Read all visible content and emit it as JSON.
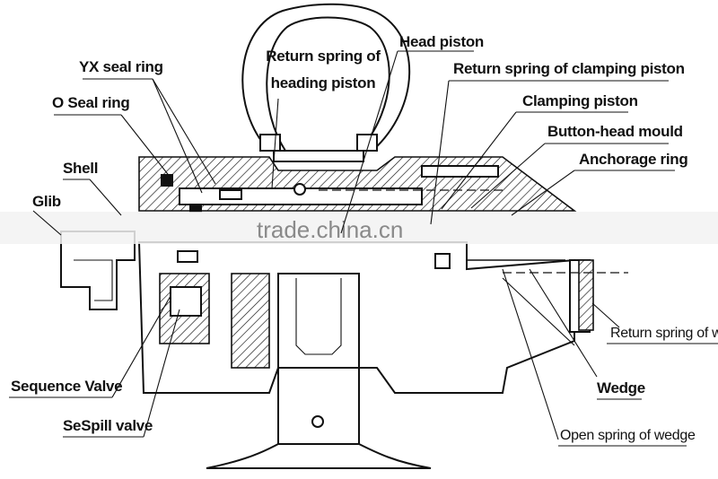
{
  "labels": {
    "return_spring_heading": [
      "Return spring of",
      "heading piston"
    ],
    "head_piston": "Head piston",
    "return_spring_clamping": "Return spring of clamping piston",
    "yx_seal_ring": "YX seal ring",
    "clamping_piston": "Clamping piston",
    "o_seal_ring": "O Seal ring",
    "button_head_mould": "Button-head mould",
    "anchorage_ring": "Anchorage ring",
    "shell": "Shell",
    "glib": "Glib",
    "return_spring_wedge": "Return spring of wedge",
    "sequence_valve": "Sequence Valve",
    "wedge": "Wedge",
    "spill_valve": "SeSpill valve",
    "open_spring_wedge": "Open spring of wedge"
  },
  "watermark": "trade.china.cn"
}
